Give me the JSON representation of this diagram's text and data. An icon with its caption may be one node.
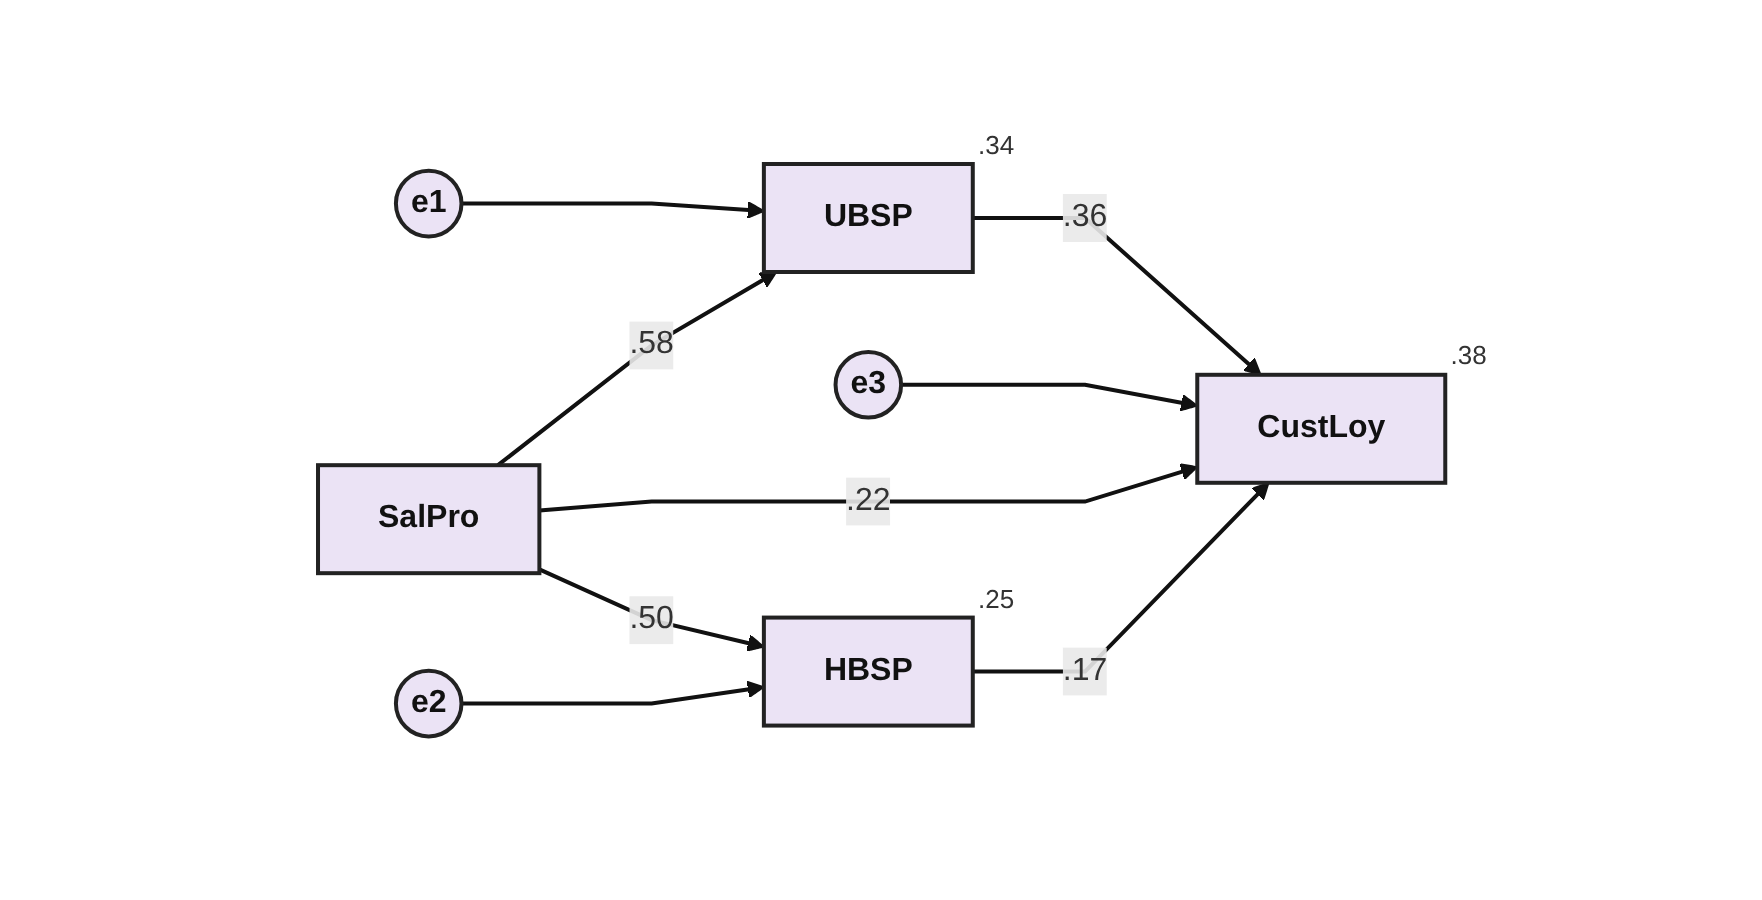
{
  "diagram": {
    "nodes": [
      {
        "text": [
          "e1"
        ]
      },
      {
        "text": [
          "UBSP"
        ],
        "beside": [
          ".34"
        ]
      },
      {
        "text": [
          "SalPro"
        ]
      },
      {
        "text": [
          "e3"
        ]
      },
      {
        "text": [
          "CustLoy"
        ],
        "beside": [
          ".38"
        ]
      },
      {
        "text": [
          "e2"
        ]
      },
      {
        "text": [
          "HBSP"
        ],
        "beside": [
          ".25"
        ]
      }
    ],
    "edges": [
      {
        "from": 0,
        "to": 1,
        "arrow": "to"
      },
      {
        "from": 2,
        "to": 1,
        "arrow": "to",
        "label": ".58"
      },
      {
        "from": 1,
        "to": 4,
        "arrow": "to",
        "label": ".36"
      },
      {
        "from": 3,
        "to": 4,
        "arrow": "to"
      },
      {
        "from": 2,
        "to": 4,
        "arrow": "to",
        "label": ".22"
      },
      {
        "from": 2,
        "to": 6,
        "arrow": "to",
        "label": ".50"
      },
      {
        "from": 5,
        "to": 6,
        "arrow": "to"
      },
      {
        "from": 6,
        "to": 4,
        "arrow": "to",
        "label": ".17"
      }
    ]
  }
}
